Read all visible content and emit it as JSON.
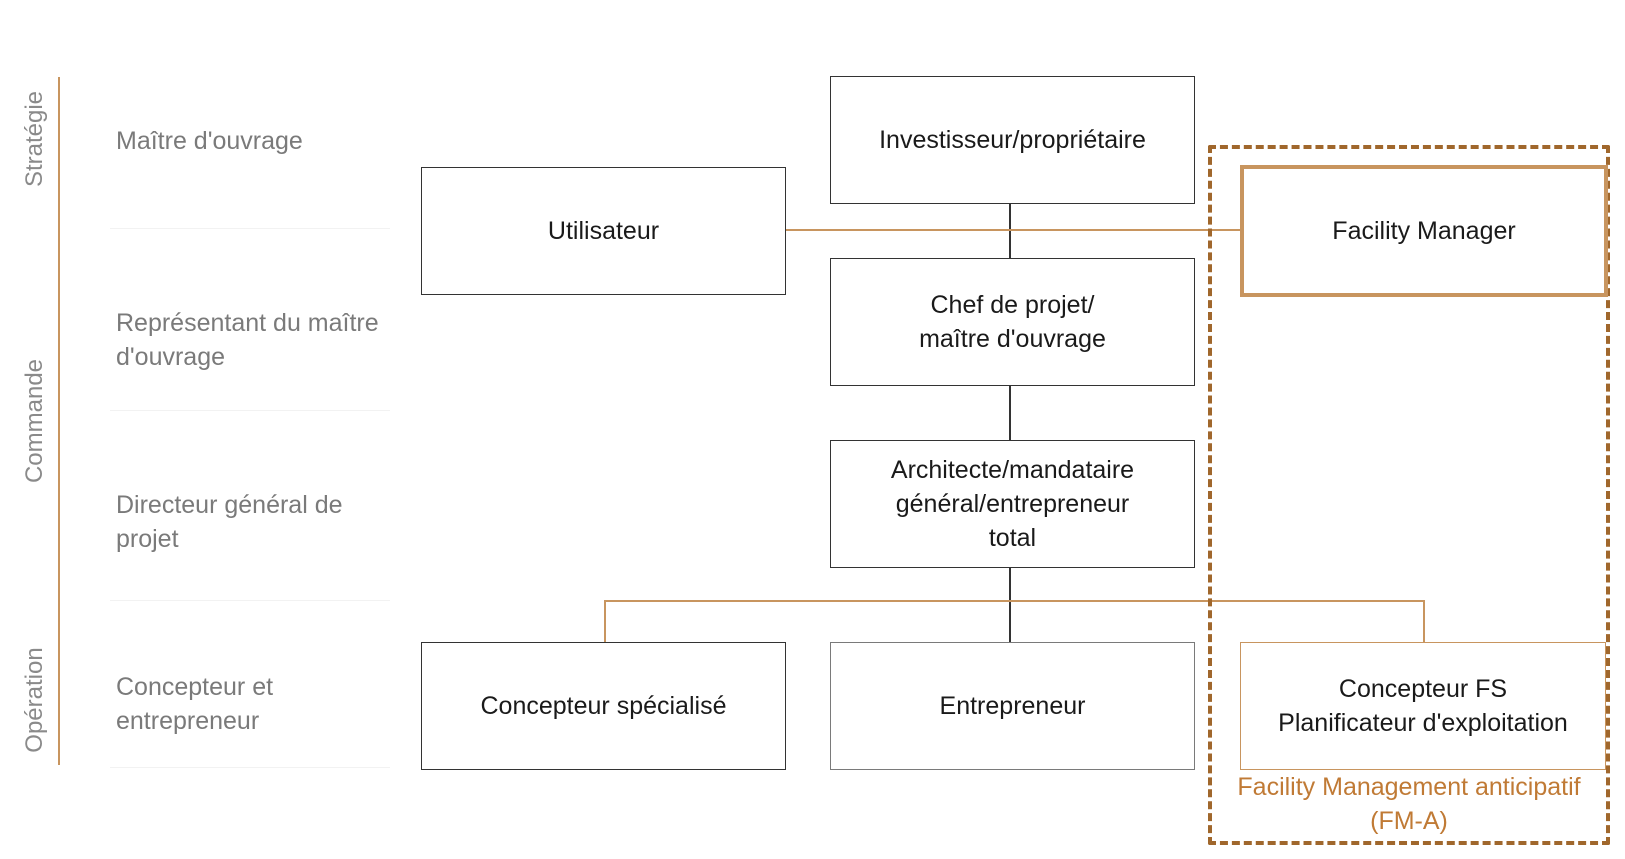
{
  "phases": {
    "strategy": "Stratégie",
    "command": "Commande",
    "operation": "Opération"
  },
  "roles": {
    "owner": "Maître d'ouvrage",
    "owner_representative": "Représentant du maître d'ouvrage",
    "general_director": "Directeur général de projet",
    "designer_contractor": "Concepteur et entrepreneur"
  },
  "boxes": {
    "investor": "Investisseur/propriétaire",
    "user": "Utilisateur",
    "facility_manager": "Facility Manager",
    "project_manager": "Chef de projet/\nmaître d'ouvrage",
    "architect": "Architecte/mandataire\ngénéral/entrepreneur\ntotal",
    "specialist_designer": "Concepteur spécialisé",
    "contractor": "Entrepreneur",
    "fs_designer": "Concepteur FS\nPlanificateur d'exploitation"
  },
  "fma_group_label": "Facility Management anticipatif (FM-A)",
  "colors": {
    "accent": "#c8955f",
    "accent_dark": "#a0672c",
    "box_border": "#333333",
    "muted_text": "#7a7a7a"
  }
}
